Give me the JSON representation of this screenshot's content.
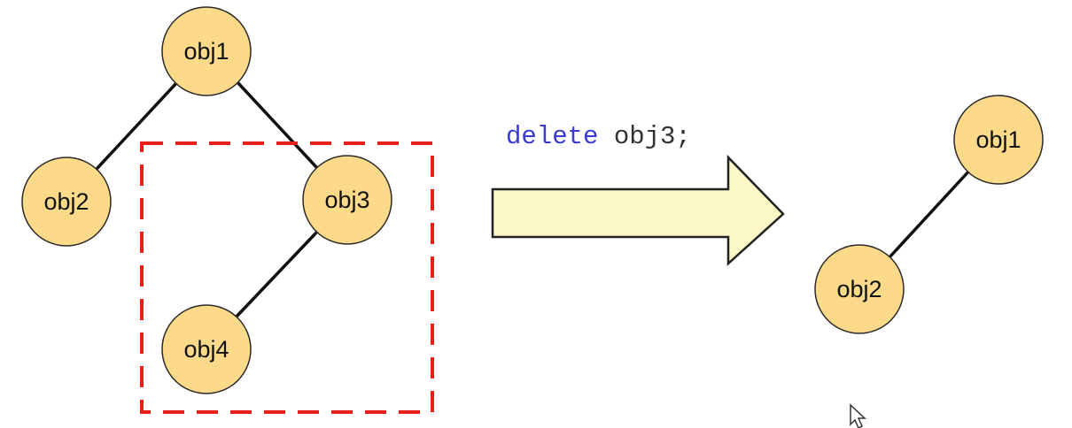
{
  "before": {
    "nodes": {
      "obj1": "obj1",
      "obj2": "obj2",
      "obj3": "obj3",
      "obj4": "obj4"
    }
  },
  "statement": {
    "keyword": "delete",
    "operand": " obj3;",
    "keyword_color": "#3a3ad6",
    "operand_color": "#333333"
  },
  "after": {
    "nodes": {
      "obj1": "obj1",
      "obj2": "obj2"
    }
  },
  "colors": {
    "node_fill": "#fdd98a",
    "selection": "#e8201a",
    "arrow_fill": "#fbf7c6"
  },
  "icons": {
    "transition": "right-arrow-icon",
    "pointer": "mouse-cursor-icon"
  }
}
